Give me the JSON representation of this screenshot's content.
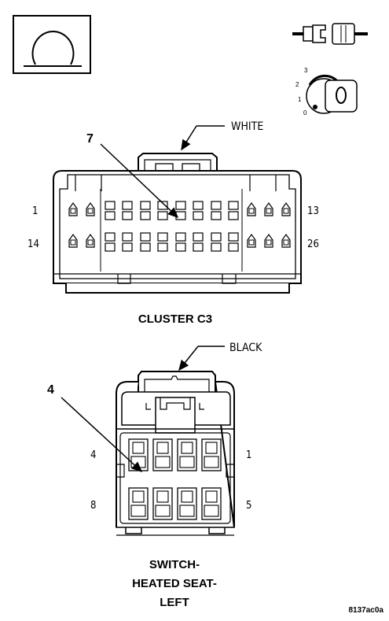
{
  "icons": {
    "ground_symbol": "ground-loop-symbol",
    "connector_legend": "connector-mating-icon",
    "ignition_switch": "ignition-key-switch-icon"
  },
  "ignition_positions": [
    "3",
    "2",
    "1",
    "0"
  ],
  "cluster": {
    "title": "CLUSTER C3",
    "color_label": "WHITE",
    "callout": "7",
    "pin_top_left": "1",
    "pin_top_right": "13",
    "pin_bottom_left": "14",
    "pin_bottom_right": "26"
  },
  "switch": {
    "title_lines": [
      "SWITCH-",
      "HEATED SEAT-",
      "LEFT"
    ],
    "color_label": "BLACK",
    "callout": "4",
    "pin_top_left": "4",
    "pin_top_right": "1",
    "pin_bottom_left": "8",
    "pin_bottom_right": "5"
  },
  "figure_code": "8137ac0a"
}
